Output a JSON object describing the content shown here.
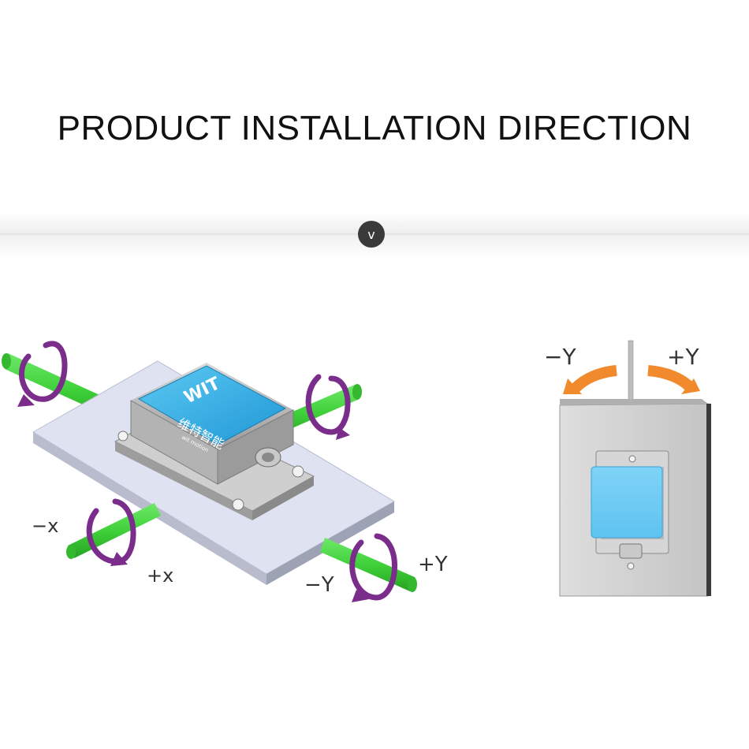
{
  "header": {
    "title": "PRODUCT INSTALLATION DIRECTION",
    "scroll_icon": "chevron-down-icon",
    "scroll_glyph": "v"
  },
  "left_diagram": {
    "labels": {
      "neg_x": "−x",
      "pos_x": "+x",
      "neg_y": "−Y",
      "pos_y": "+Y"
    },
    "device_brand": "WIT",
    "device_text_cn": "维特智能",
    "device_text_en": "wit motion"
  },
  "right_diagram": {
    "labels": {
      "neg_y": "−Y",
      "pos_y": "+Y"
    }
  },
  "colors": {
    "axis_green": "#3fd13a",
    "rotation_purple": "#7a2d8a",
    "arrow_orange": "#f08a2c",
    "device_blue": "#38b4e8",
    "plate": "#d8dcec"
  }
}
